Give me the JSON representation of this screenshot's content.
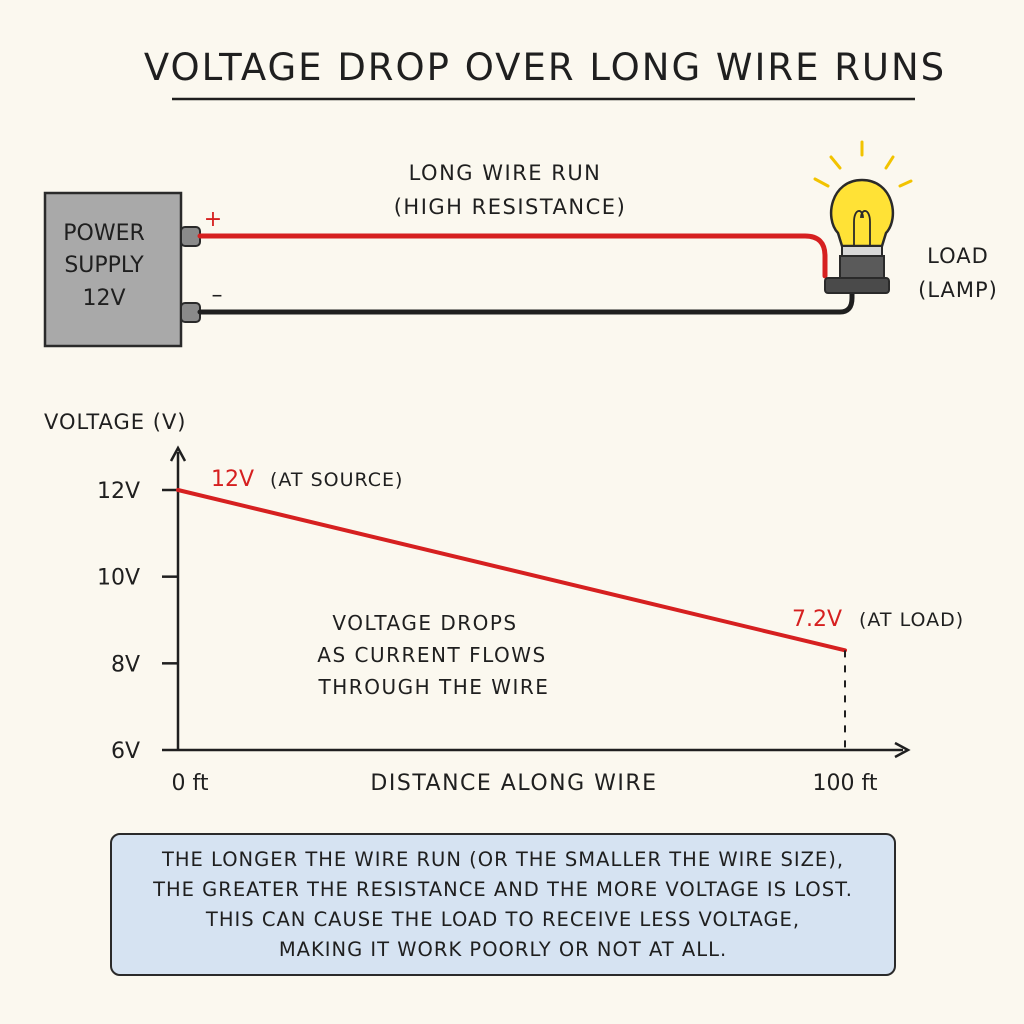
{
  "title": "VOLTAGE DROP OVER LONG WIRE RUNS",
  "circuit": {
    "power_supply": {
      "line1": "POWER",
      "line2": "SUPPLY",
      "line3": "12V"
    },
    "plus_sign": "+",
    "minus_sign": "–",
    "wire_label_line1": "LONG WIRE RUN",
    "wire_label_line2": "(HIGH RESISTANCE)",
    "load_line1": "LOAD",
    "load_line2": "(LAMP)",
    "icons": [
      "battery-terminal-icon",
      "light-bulb-icon"
    ]
  },
  "chart_data": {
    "type": "line",
    "ylabel": "VOLTAGE (V)",
    "xlabel": "DISTANCE ALONG WIRE",
    "yticks": [
      "12V",
      "10V",
      "8V",
      "6V"
    ],
    "ytick_values": [
      12,
      10,
      8,
      6
    ],
    "xticks": [
      "0 ft",
      "100 ft"
    ],
    "xtick_values": [
      0,
      100
    ],
    "ylim": [
      6,
      12
    ],
    "xlim": [
      0,
      100
    ],
    "series": [
      {
        "x": [
          0,
          100
        ],
        "y": [
          12,
          8.3
        ],
        "color": "#d62020"
      }
    ],
    "annotations": {
      "source_value": "12V",
      "source_text": "(AT SOURCE)",
      "load_value": "7.2V",
      "load_text": "(AT LOAD)",
      "note_line1": "VOLTAGE DROPS",
      "note_line2": "AS CURRENT FLOWS",
      "note_line3": "THROUGH THE WIRE"
    }
  },
  "explanation": {
    "line1": "THE LONGER THE WIRE RUN (OR THE SMALLER THE WIRE SIZE),",
    "line2": "THE GREATER THE RESISTANCE AND THE MORE VOLTAGE IS LOST.",
    "line3": "THIS CAN CAUSE THE LOAD TO RECEIVE LESS VOLTAGE,",
    "line4": "MAKING IT WORK POORLY OR NOT AT ALL."
  },
  "colors": {
    "red_wire": "#d62020",
    "box": "#a9a9a9",
    "bulb": "#ffe236",
    "note_bg": "#d6e3f2",
    "background": "#fbf8ef"
  }
}
